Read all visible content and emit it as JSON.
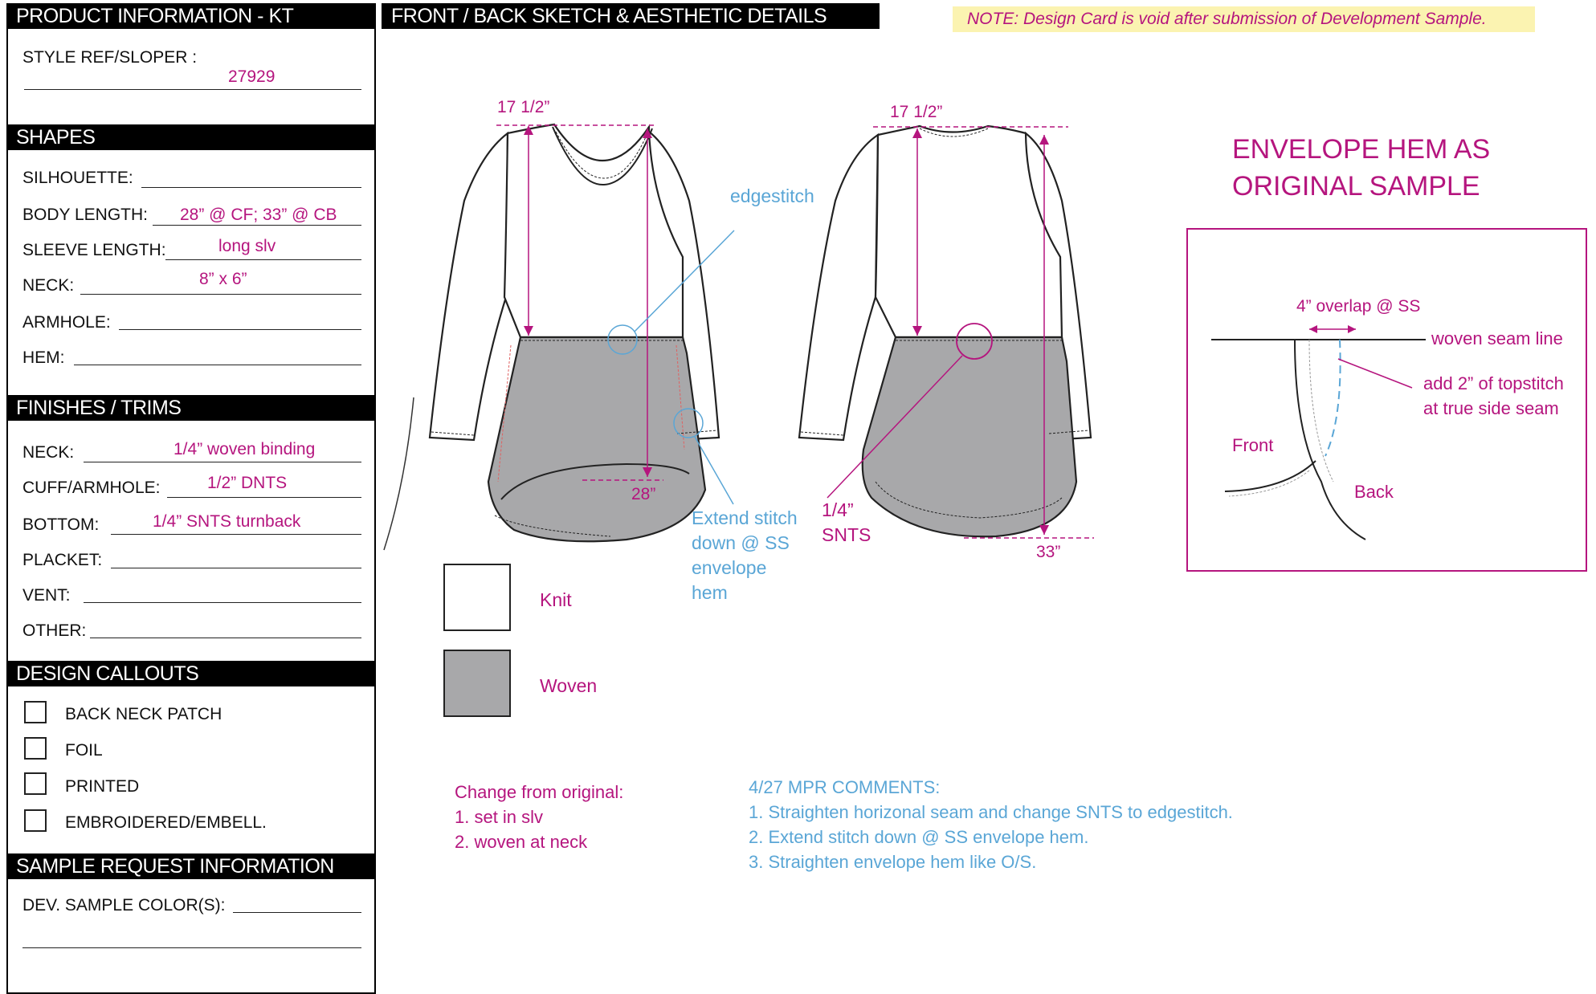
{
  "sections": {
    "product_info": "PRODUCT INFORMATION - KT",
    "shapes": "SHAPES",
    "finishes": "FINISHES / TRIMS",
    "design_callouts": "DESIGN CALLOUTS",
    "sample_request": "SAMPLE REQUEST INFORMATION"
  },
  "product": {
    "style_ref_label": "STYLE REF/SLOPER :",
    "style_ref_value": "27929"
  },
  "shapes": {
    "silhouette_label": "SILHOUETTE:",
    "silhouette_value": "",
    "body_length_label": "BODY LENGTH:",
    "body_length_value": "28” @ CF; 33” @ CB",
    "sleeve_length_label": "SLEEVE LENGTH:",
    "sleeve_length_value": "long slv",
    "neck_label": "NECK:",
    "neck_value": "8” x 6”",
    "armhole_label": "ARMHOLE:",
    "armhole_value": "",
    "hem_label": "HEM:",
    "hem_value": ""
  },
  "finishes": {
    "neck_label": "NECK:",
    "neck_value": "1/4” woven  binding",
    "cuff_label": "CUFF/ARMHOLE:",
    "cuff_value": "1/2” DNTS",
    "bottom_label": "BOTTOM:",
    "bottom_value": "1/4” SNTS turnback",
    "placket_label": "PLACKET:",
    "vent_label": "VENT:",
    "other_label": "OTHER:"
  },
  "callouts": {
    "items": [
      "BACK NECK PATCH",
      "FOIL",
      "PRINTED",
      "EMBROIDERED/EMBELL."
    ]
  },
  "sample_request": {
    "dev_color_label": "DEV. SAMPLE COLOR(S):"
  },
  "sketch": {
    "header": "FRONT / BACK SKETCH & AESTHETIC DETAILS",
    "note": "NOTE: Design Card is void after submission of Development Sample.",
    "front_width": "17 1/2”",
    "back_width": "17 1/2”",
    "front_length": "28”",
    "back_length": "33”",
    "edgestitch": "edgestitch",
    "extend_stitch": [
      "Extend stitch",
      "down @ SS",
      "envelope",
      "hem"
    ],
    "snts": [
      "1/4”",
      "SNTS"
    ],
    "legend_knit": "Knit",
    "legend_woven": "Woven"
  },
  "envelope": {
    "title_line1": "ENVELOPE HEM AS",
    "title_line2": "ORIGINAL SAMPLE",
    "overlap": "4” overlap @ SS",
    "woven_seam_line": "woven seam line",
    "topstitch_line1": "add 2” of topstitch",
    "topstitch_line2": "at true side seam",
    "front": "Front",
    "back": "Back"
  },
  "changes": {
    "title": "Change from original:",
    "items": [
      "1. set in slv",
      "2. woven at neck"
    ]
  },
  "mpr": {
    "title": "4/27 MPR COMMENTS:",
    "items": [
      "1. Straighten horizonal seam and change SNTS to edgestitch.",
      "2. Extend stitch down @ SS envelope hem.",
      "3. Straighten envelope hem like O/S."
    ]
  },
  "colors": {
    "magenta": "#b5157e",
    "blue": "#5aa6d6",
    "woven_gray": "#a8a8aa",
    "note_bg": "#fbf3b1"
  }
}
